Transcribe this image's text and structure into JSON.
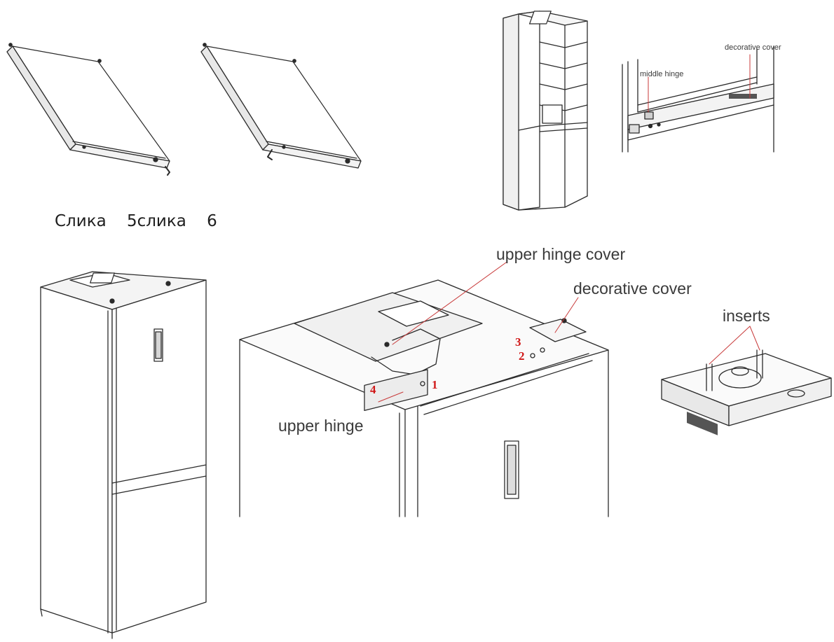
{
  "caption": "Слика    5слика    6",
  "labels": {
    "decorative_cover_small": "decorative cover",
    "middle_hinge": "middle hinge",
    "upper_hinge_cover": "upper hinge cover",
    "decorative_cover": "decorative cover",
    "inserts": "inserts",
    "upper_hinge": "upper hinge"
  },
  "callouts": [
    "1",
    "2",
    "3",
    "4"
  ],
  "colors": {
    "line": "#2b2b2b",
    "leader": "#c83a3a",
    "callout": "#d01818"
  }
}
